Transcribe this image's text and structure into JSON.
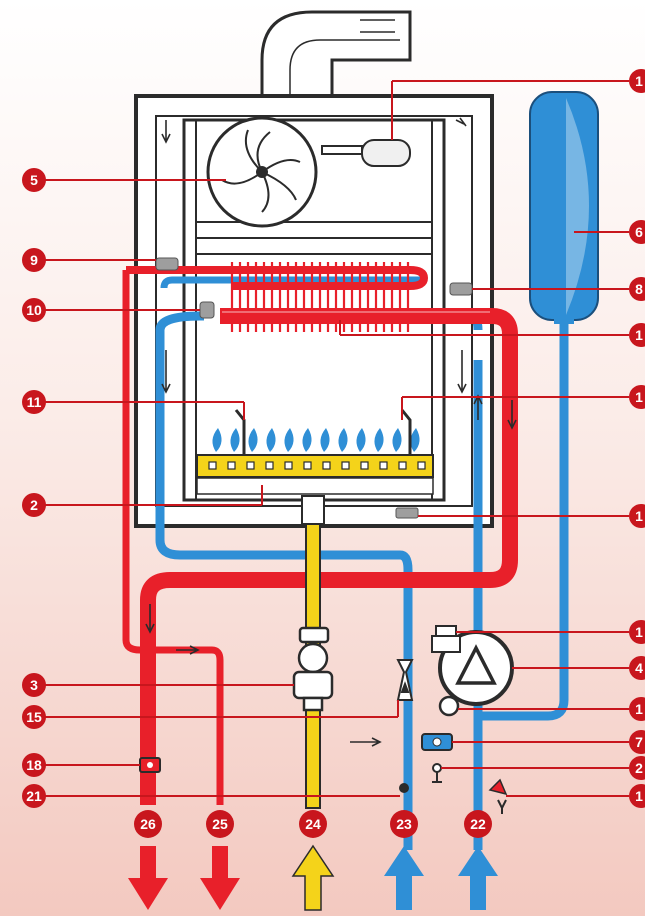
{
  "colors": {
    "background_top": "#ffffff",
    "background_bottom": "#f3c9c0",
    "hot_water": "#e8202a",
    "cold_water": "#2f8fd6",
    "gas": "#f4d31a",
    "marker": "#c8161d",
    "frame": "#2b2b2b"
  },
  "components": {
    "left": [
      {
        "id": "c5",
        "label": "5"
      },
      {
        "id": "c9",
        "label": "9"
      },
      {
        "id": "c10",
        "label": "10"
      },
      {
        "id": "c11",
        "label": "11"
      },
      {
        "id": "c2",
        "label": "2"
      },
      {
        "id": "c3",
        "label": "3"
      },
      {
        "id": "c15",
        "label": "15"
      },
      {
        "id": "c18",
        "label": "18"
      },
      {
        "id": "c21",
        "label": "21"
      }
    ],
    "right": [
      {
        "id": "r1",
        "label": "1"
      },
      {
        "id": "r6",
        "label": "6"
      },
      {
        "id": "r8",
        "label": "8"
      },
      {
        "id": "r1b",
        "label": "1"
      },
      {
        "id": "r12",
        "label": "1"
      },
      {
        "id": "r16",
        "label": "1"
      },
      {
        "id": "r17",
        "label": "1"
      },
      {
        "id": "r4",
        "label": "4"
      },
      {
        "id": "r14",
        "label": "1"
      },
      {
        "id": "r7",
        "label": "7"
      },
      {
        "id": "r20",
        "label": "2"
      },
      {
        "id": "r19",
        "label": "1"
      }
    ],
    "bottom": [
      {
        "id": "b26",
        "label": "26"
      },
      {
        "id": "b25",
        "label": "25"
      },
      {
        "id": "b24",
        "label": "24"
      },
      {
        "id": "b23",
        "label": "23"
      },
      {
        "id": "b22",
        "label": "22"
      }
    ]
  }
}
